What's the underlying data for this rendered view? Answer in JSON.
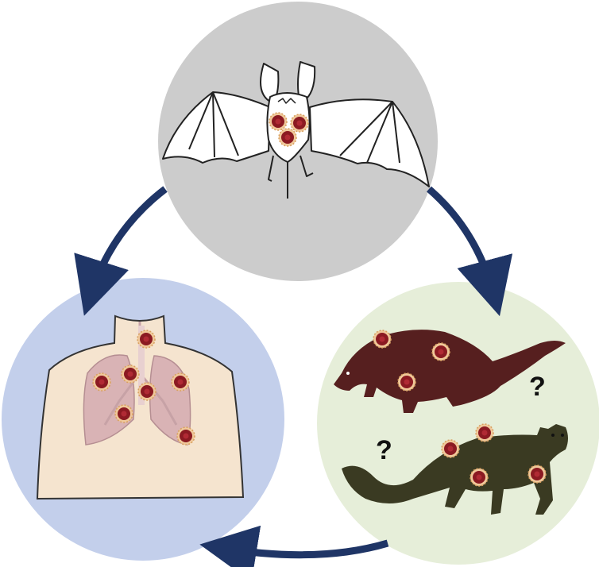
{
  "nodes": [
    {
      "id": "bat",
      "icon": "bat-icon",
      "fill": "#cccccc"
    },
    {
      "id": "human",
      "icon": "human-chest-lungs-icon",
      "fill": "#c3cfeb"
    },
    {
      "id": "intermediate-hosts",
      "icon": "pangolin-and-civet-icon",
      "fill": "#e6eed9"
    }
  ],
  "edges": [
    {
      "from": "bat",
      "to": "human"
    },
    {
      "from": "bat",
      "to": "intermediate-hosts"
    },
    {
      "from": "intermediate-hosts",
      "to": "human"
    }
  ],
  "labels": {
    "pangolin_question": "?",
    "civet_question": "?"
  },
  "colors": {
    "arrow": "#1f3566",
    "virus_core": "#8b1a22",
    "virus_spikes": "#d8a060",
    "pangolin": "#561f1f",
    "civet": "#3a3a22",
    "skin": "#f5e4cf",
    "lung": "#d9b3b5"
  }
}
